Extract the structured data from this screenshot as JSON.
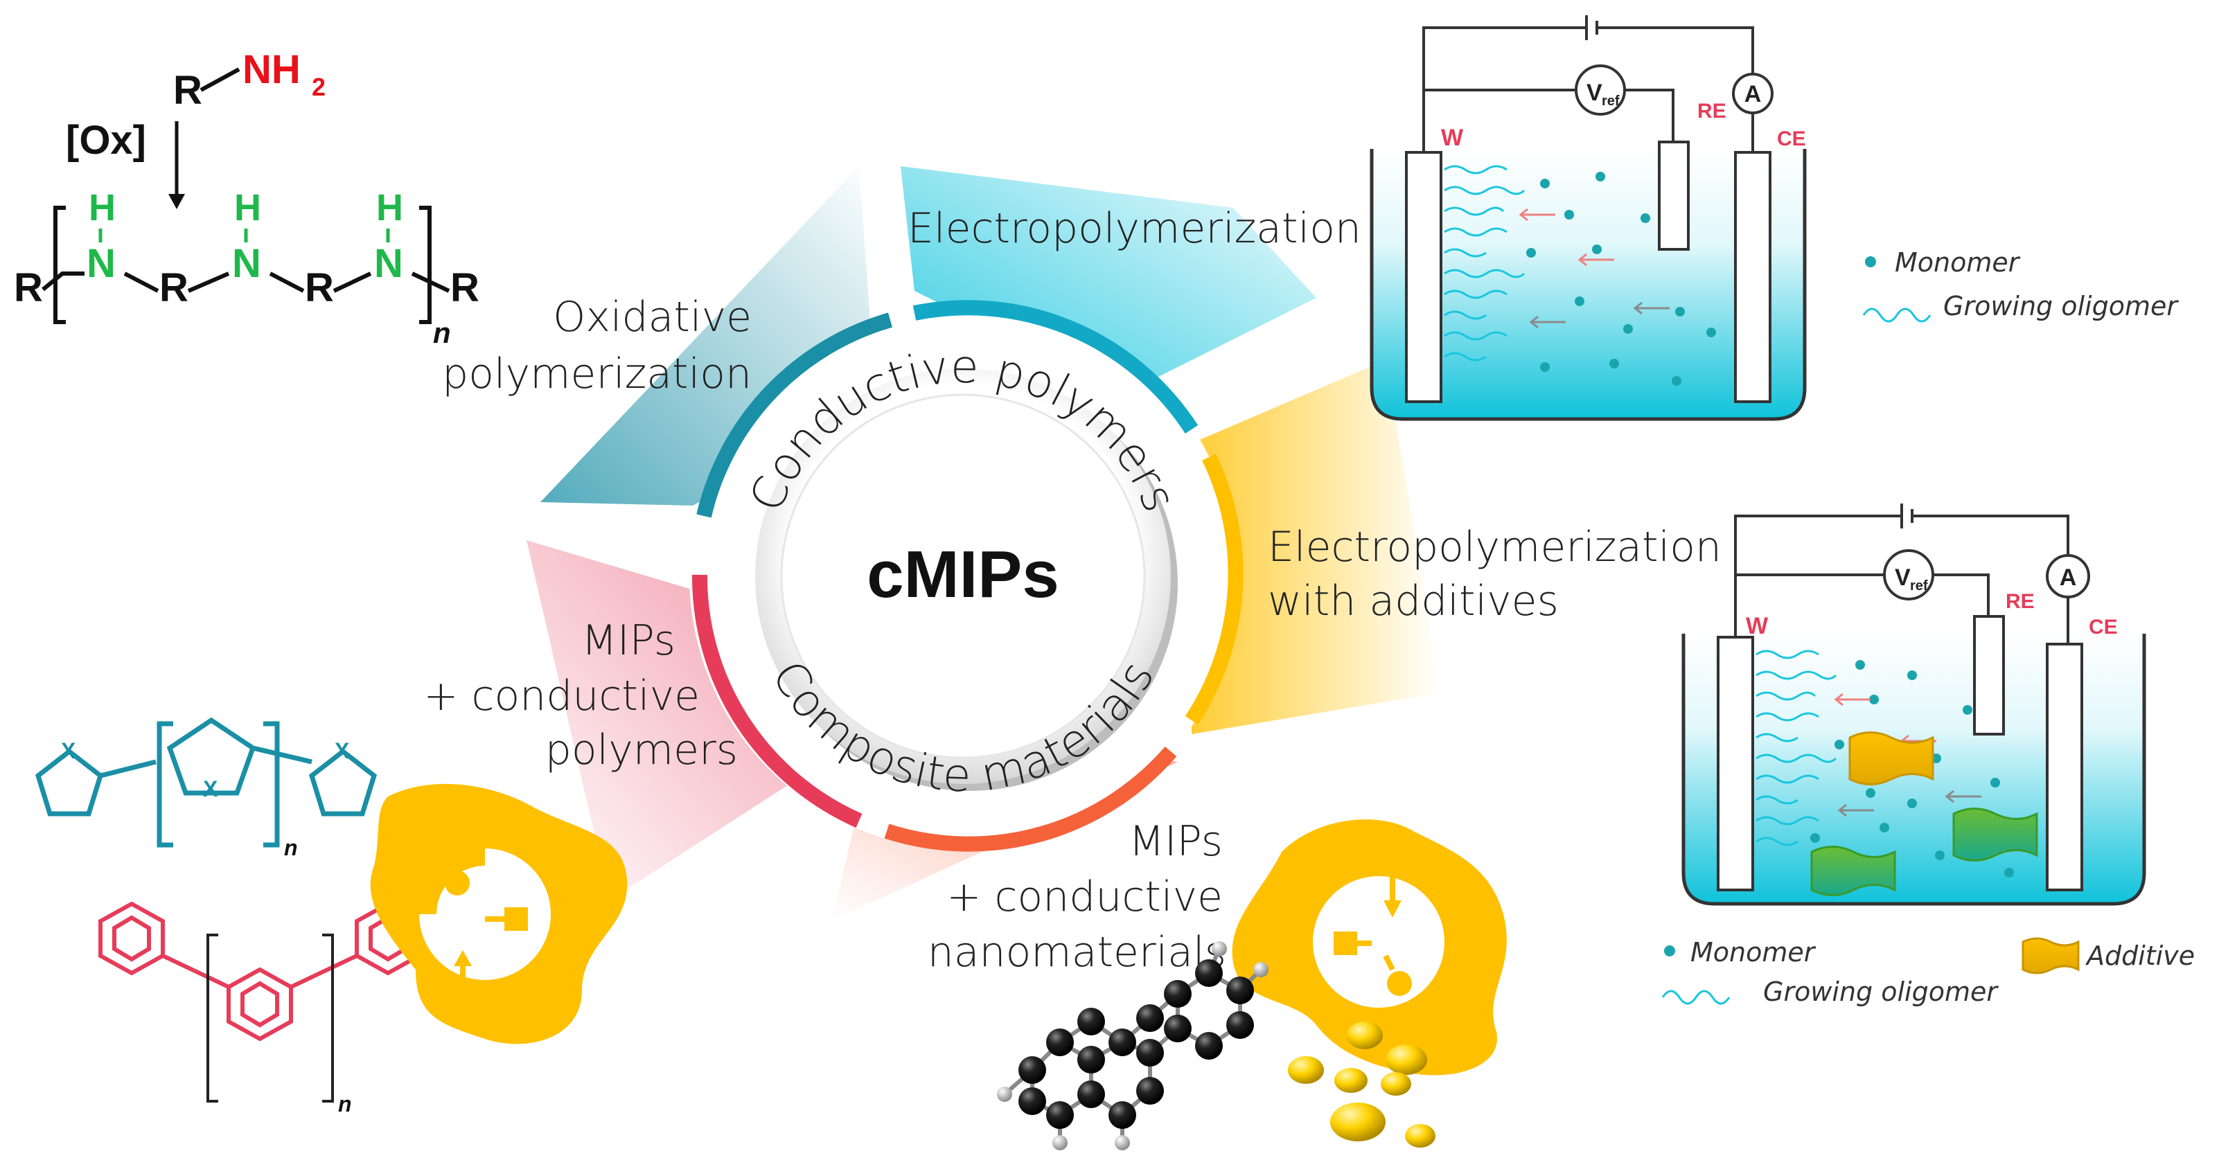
{
  "center": {
    "title": "cMIPs"
  },
  "ring": {
    "top_arc": "Conductive polymers",
    "bottom_arc": "Composite materials"
  },
  "segments": {
    "oxidative": [
      "Oxidative",
      "polymerization"
    ],
    "electropolymerization": "Electropolymerization",
    "electro_additives": [
      "Electropolymerization",
      "with additives"
    ],
    "mips_conductive_polymers": [
      "MIPs",
      "+ conductive",
      "polymers"
    ],
    "mips_nanomaterials": [
      "MIPs",
      "+ conductive",
      "nanomaterials"
    ]
  },
  "chemistry": {
    "ox": "[Ox]",
    "R": "R",
    "NH2": "NH",
    "NH2_sub": "2",
    "N": "N",
    "H": "H",
    "n": "n",
    "X": "X"
  },
  "cell1": {
    "W": "W",
    "RE": "RE",
    "CE": "CE",
    "A": "A",
    "Vref": "V",
    "Vref_sub": "ref",
    "legend_monomer": "Monomer",
    "legend_oligomer": "Growing oligomer"
  },
  "cell2": {
    "W": "W",
    "RE": "RE",
    "CE": "CE",
    "A": "A",
    "Vref": "V",
    "Vref_sub": "ref",
    "legend_monomer": "Monomer",
    "legend_oligomer": "Growing oligomer",
    "legend_additive": "Additive"
  },
  "colors": {
    "teal": "#1a8fa6",
    "cyan": "#19c6de",
    "yellow": "#ffc000",
    "red": "#e63c5a",
    "orange": "#f5623a",
    "green": "#1fb84a",
    "pink_label": "#e63c5a"
  }
}
